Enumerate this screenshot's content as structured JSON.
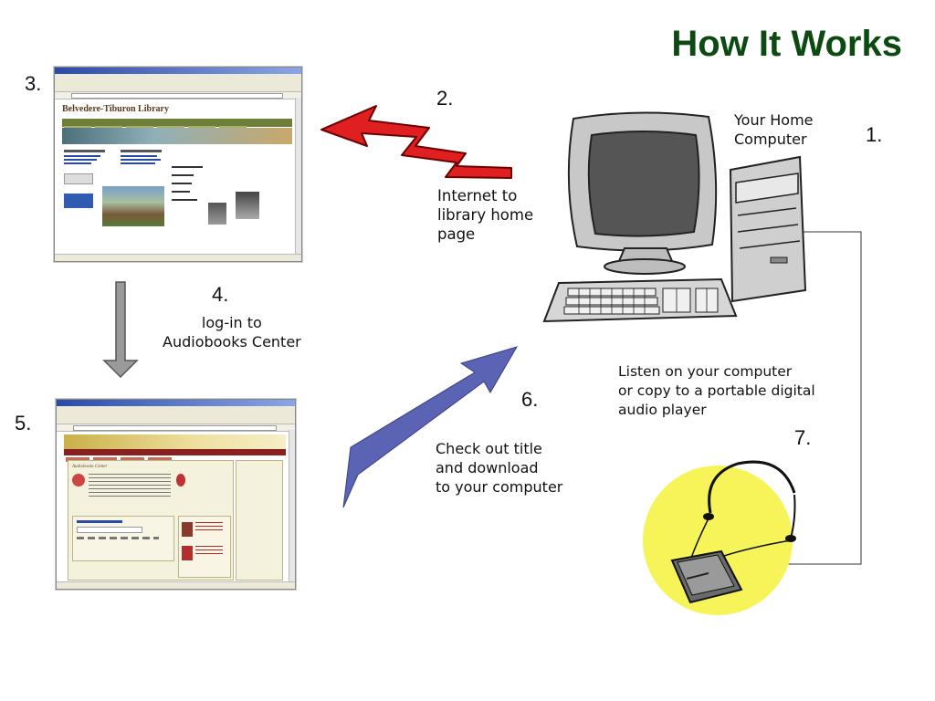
{
  "title": "How It Works",
  "steps": {
    "s1": {
      "num": "1.",
      "text": "Your Home\nComputer"
    },
    "s2": {
      "num": "2.",
      "text": "Internet to\nlibrary home\npage"
    },
    "s3": {
      "num": "3."
    },
    "s4": {
      "num": "4.",
      "text": "log-in to\nAudiobooks Center"
    },
    "s5": {
      "num": "5."
    },
    "s6": {
      "num": "6.",
      "text": "Check out title\nand download\nto your computer"
    },
    "s7": {
      "num": "7.",
      "text": "Listen on your computer\nor copy to a portable digital\naudio player"
    }
  },
  "screens": {
    "library": {
      "site_name": "Belvedere-Tiburon Library"
    },
    "audiobooks": {
      "site_name": "Audiobooks Center"
    }
  },
  "colors": {
    "title": "#0d4a12",
    "arrow_red": "#e02020",
    "arrow_gray": "#9a9a9a",
    "arrow_blue": "#5a63b4",
    "player_glow": "#f7f45a"
  },
  "icons": [
    "computer-icon",
    "headphones-icon",
    "audio-player-icon"
  ]
}
